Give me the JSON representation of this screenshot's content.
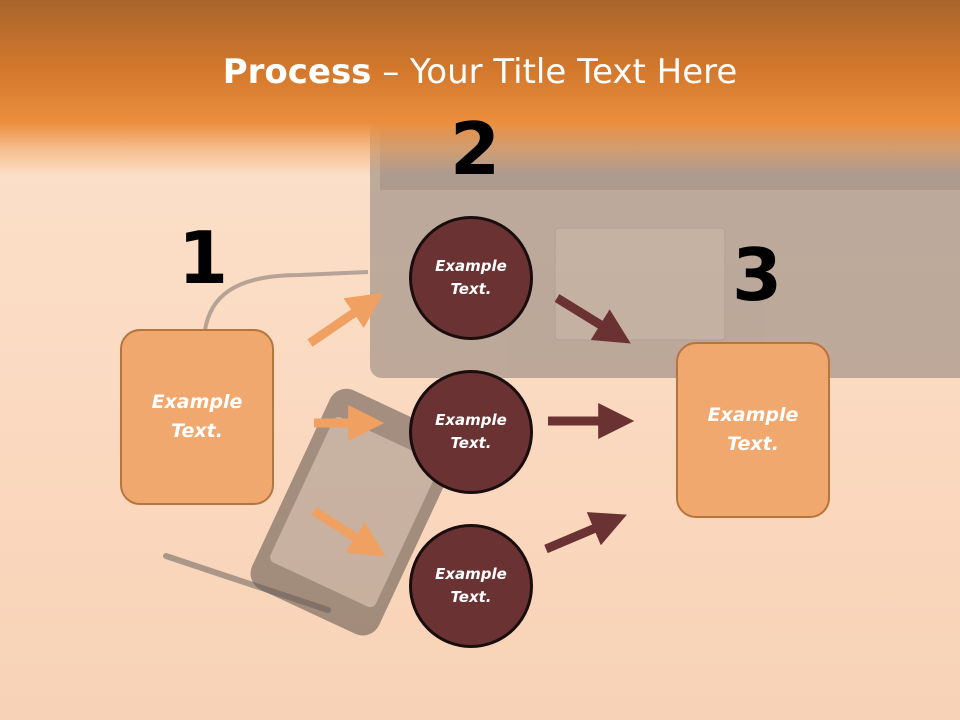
{
  "title": {
    "bold": "Process",
    "rest": " – Your Title Text Here"
  },
  "steps": {
    "one": "1",
    "two": "2",
    "three": "3"
  },
  "boxes": {
    "left": [
      "Example",
      "Text."
    ],
    "right": [
      "Example",
      "Text."
    ]
  },
  "circles": {
    "top": [
      "Example",
      "Text."
    ],
    "middle": [
      "Example",
      "Text."
    ],
    "bottom": [
      "Example",
      "Text."
    ]
  },
  "colors": {
    "header": "#e0803a",
    "box_fill": "#f0a86e",
    "circle_fill": "#6b3233",
    "arrow_light": "#f0a060",
    "arrow_dark": "#6b3233"
  }
}
